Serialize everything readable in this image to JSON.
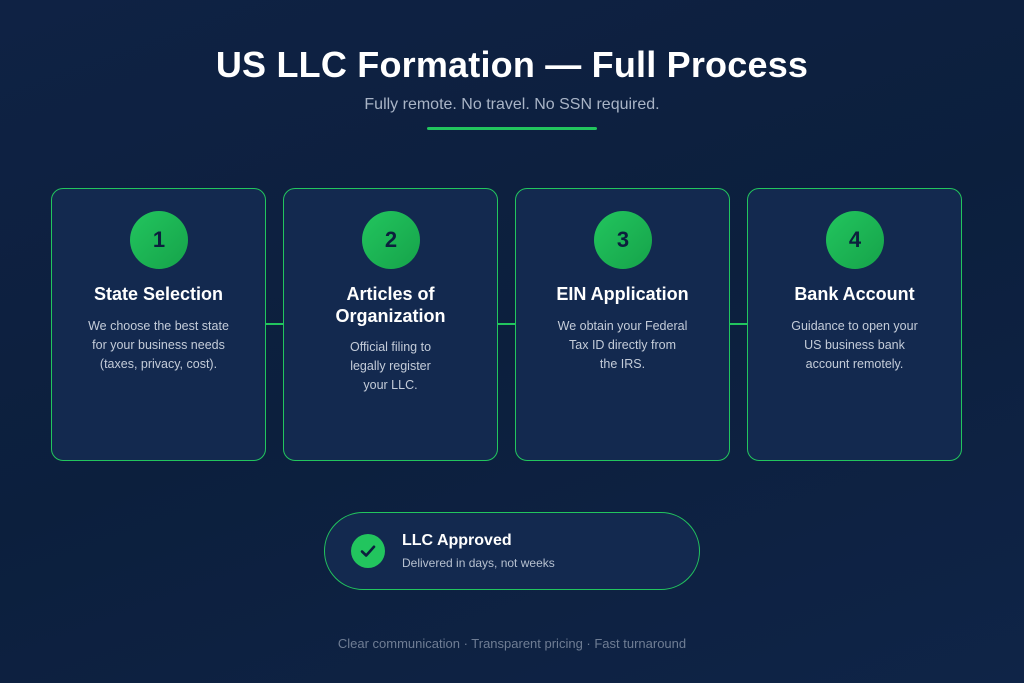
{
  "header": {
    "title": "US LLC Formation — Full Process",
    "subtitle": "Fully remote. No travel. No SSN required."
  },
  "steps": [
    {
      "number": "1",
      "title": "State Selection",
      "desc_lines": [
        "We choose the best state",
        "for your business needs",
        "(taxes, privacy, cost)."
      ]
    },
    {
      "number": "2",
      "title_lines": [
        "Articles of",
        "Organization"
      ],
      "desc_lines": [
        "Official filing to",
        "legally register",
        "your LLC."
      ]
    },
    {
      "number": "3",
      "title": "EIN Application",
      "desc_lines": [
        "We obtain your Federal",
        "Tax ID directly from",
        "the IRS."
      ]
    },
    {
      "number": "4",
      "title": "Bank Account",
      "desc_lines": [
        "Guidance to open your",
        "US business bank",
        "account remotely."
      ]
    }
  ],
  "result": {
    "title": "LLC Approved",
    "subtitle": "Delivered in days, not weeks"
  },
  "footer": {
    "text": "Clear communication · Transparent pricing · Fast turnaround"
  },
  "colors": {
    "accent": "#22c55e",
    "background": "#0f2244",
    "card": "#13294f"
  }
}
